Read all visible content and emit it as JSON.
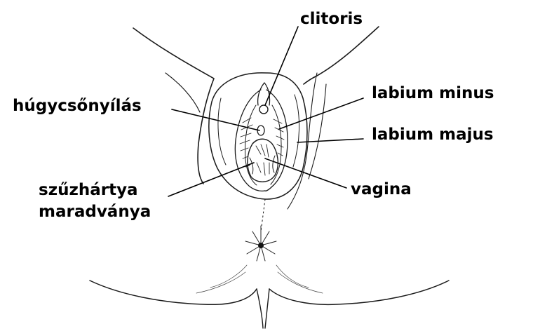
{
  "diagram": {
    "labels": {
      "clitoris": "clitoris",
      "urethral_opening": "húgycsőnyílás",
      "labium_minus": "labium minus",
      "labium_majus": "labium majus",
      "hymen_remnant_line1": "szűzhártya",
      "hymen_remnant_line2": "maradványa",
      "vagina": "vagina"
    },
    "colors": {
      "ink": "#000000",
      "background": "#ffffff"
    }
  }
}
